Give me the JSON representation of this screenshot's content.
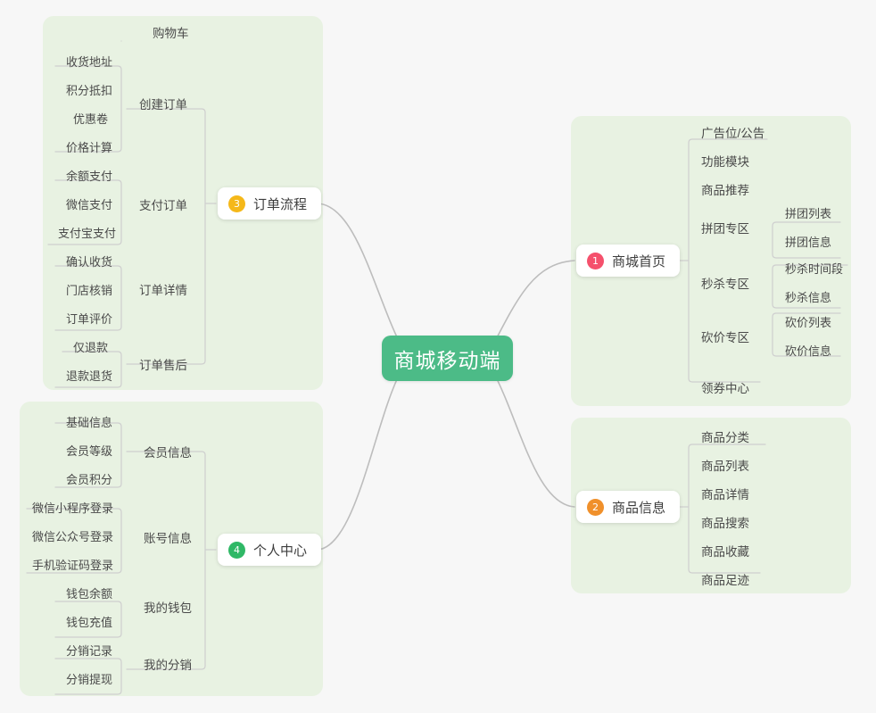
{
  "document": {
    "type": "mindmap",
    "background_color": "#f7f7f7",
    "panel_color": "#e8f2e2",
    "connector_color": "#bfbfbf"
  },
  "root": {
    "label": "商城移动端",
    "color": "#4cbb87",
    "text_color": "#ffffff"
  },
  "branches": [
    {
      "number": "1",
      "label": "商城首页",
      "badge_color": "#f5506c",
      "side": "right",
      "children": [
        {
          "label": "广告位/公告",
          "children": []
        },
        {
          "label": "功能模块",
          "children": []
        },
        {
          "label": "商品推荐",
          "children": []
        },
        {
          "label": "拼团专区",
          "children": [
            {
              "label": "拼团列表"
            },
            {
              "label": "拼团信息"
            }
          ]
        },
        {
          "label": "秒杀专区",
          "children": [
            {
              "label": "秒杀时间段"
            },
            {
              "label": "秒杀信息"
            }
          ]
        },
        {
          "label": "砍价专区",
          "children": [
            {
              "label": "砍价列表"
            },
            {
              "label": "砍价信息"
            }
          ]
        },
        {
          "label": "领券中心",
          "children": []
        }
      ]
    },
    {
      "number": "2",
      "label": "商品信息",
      "badge_color": "#f0902b",
      "side": "right",
      "children": [
        {
          "label": "商品分类",
          "children": []
        },
        {
          "label": "商品列表",
          "children": []
        },
        {
          "label": "商品详情",
          "children": []
        },
        {
          "label": "商品搜索",
          "children": []
        },
        {
          "label": "商品收藏",
          "children": []
        },
        {
          "label": "商品足迹",
          "children": []
        }
      ]
    },
    {
      "number": "3",
      "label": "订单流程",
      "badge_color": "#f5b819",
      "side": "left",
      "children": [
        {
          "label": "购物车",
          "children": []
        },
        {
          "label": "创建订单",
          "children": [
            {
              "label": "收货地址"
            },
            {
              "label": "积分抵扣"
            },
            {
              "label": "优惠卷"
            },
            {
              "label": "价格计算"
            }
          ]
        },
        {
          "label": "支付订单",
          "children": [
            {
              "label": "余额支付"
            },
            {
              "label": "微信支付"
            },
            {
              "label": "支付宝支付"
            }
          ]
        },
        {
          "label": "订单详情",
          "children": [
            {
              "label": "确认收货"
            },
            {
              "label": "门店核销"
            },
            {
              "label": "订单评价"
            }
          ]
        },
        {
          "label": "订单售后",
          "children": [
            {
              "label": "仅退款"
            },
            {
              "label": "退款退货"
            }
          ]
        }
      ]
    },
    {
      "number": "4",
      "label": "个人中心",
      "badge_color": "#2fb866",
      "side": "left",
      "children": [
        {
          "label": "会员信息",
          "children": [
            {
              "label": "基础信息"
            },
            {
              "label": "会员等级"
            },
            {
              "label": "会员积分"
            }
          ]
        },
        {
          "label": "账号信息",
          "children": [
            {
              "label": "微信小程序登录"
            },
            {
              "label": "微信公众号登录"
            },
            {
              "label": "手机验证码登录"
            }
          ]
        },
        {
          "label": "我的钱包",
          "children": [
            {
              "label": "钱包余额"
            },
            {
              "label": "钱包充值"
            }
          ]
        },
        {
          "label": "我的分销",
          "children": [
            {
              "label": "分销记录"
            },
            {
              "label": "分销提现"
            }
          ]
        }
      ]
    }
  ]
}
